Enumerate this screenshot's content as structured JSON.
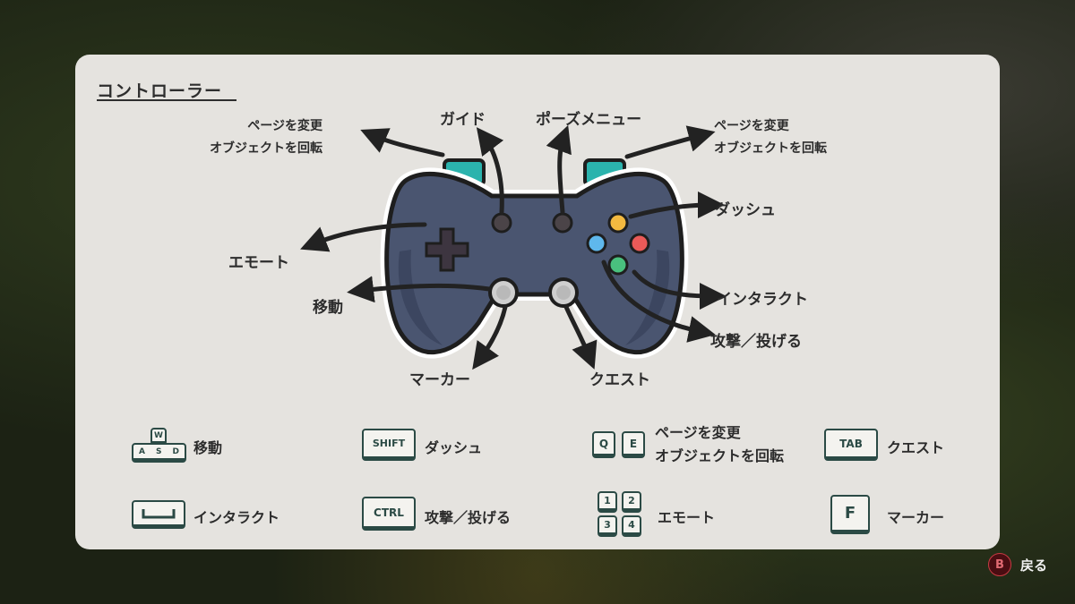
{
  "title": "コントローラー",
  "controller_labels": {
    "left_bumper_line1": "ページを変更",
    "left_bumper_line2": "オブジェクトを回転",
    "guide": "ガイド",
    "pause_menu": "ポーズメニュー",
    "right_bumper_line1": "ページを変更",
    "right_bumper_line2": "オブジェクトを回転",
    "dash": "ダッシュ",
    "emote": "エモート",
    "interact": "インタラクト",
    "move": "移動",
    "attack_throw": "攻撃／投げる",
    "marker": "マーカー",
    "quest": "クエスト"
  },
  "keyboard_legend": [
    {
      "keys": [
        "W",
        "A",
        "S",
        "D"
      ],
      "label_line1": "移動"
    },
    {
      "keys": [
        "SHIFT"
      ],
      "label_line1": "ダッシュ"
    },
    {
      "keys": [
        "Q",
        "E"
      ],
      "label_line1": "ページを変更",
      "label_line2": "オブジェクトを回転"
    },
    {
      "keys": [
        "TAB"
      ],
      "label_line1": "クエスト"
    },
    {
      "keys": [
        "SPACE"
      ],
      "label_line1": "インタラクト"
    },
    {
      "keys": [
        "CTRL"
      ],
      "label_line1": "攻撃／投げる"
    },
    {
      "keys": [
        "1",
        "2",
        "3",
        "4"
      ],
      "label_line1": "エモート"
    },
    {
      "keys": [
        "F"
      ],
      "label_line1": "マーカー"
    }
  ],
  "back_button": {
    "glyph": "B",
    "label": "戻る"
  },
  "colors": {
    "panel": "#e5e3df",
    "controller_body": "#4a5570",
    "bumper": "#2bb3ad",
    "face_yellow": "#f3b940",
    "face_red": "#ea5a58",
    "face_blue": "#5fb8ec",
    "face_green": "#49c07e",
    "key_outline": "#2b4a45"
  }
}
